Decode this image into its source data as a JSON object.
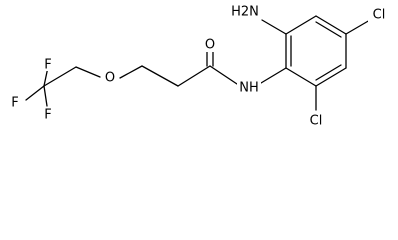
{
  "structure": {
    "atom_labels": {
      "f_upper": "F",
      "f_left": "F",
      "f_lower": "F",
      "ether_oxygen": "O",
      "carbonyl_oxygen": "O",
      "amide_nh": "NH",
      "amino": "H2N",
      "chloro_upper": "Cl",
      "chloro_lower": "Cl"
    }
  }
}
